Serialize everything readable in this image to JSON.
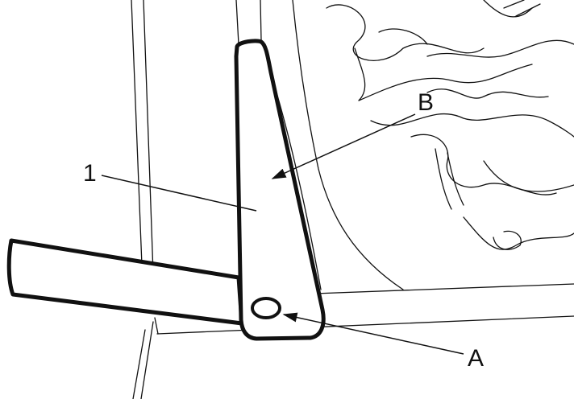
{
  "diagram": {
    "labels": {
      "part_1": "1",
      "point_b": "B",
      "point_a": "A"
    }
  }
}
